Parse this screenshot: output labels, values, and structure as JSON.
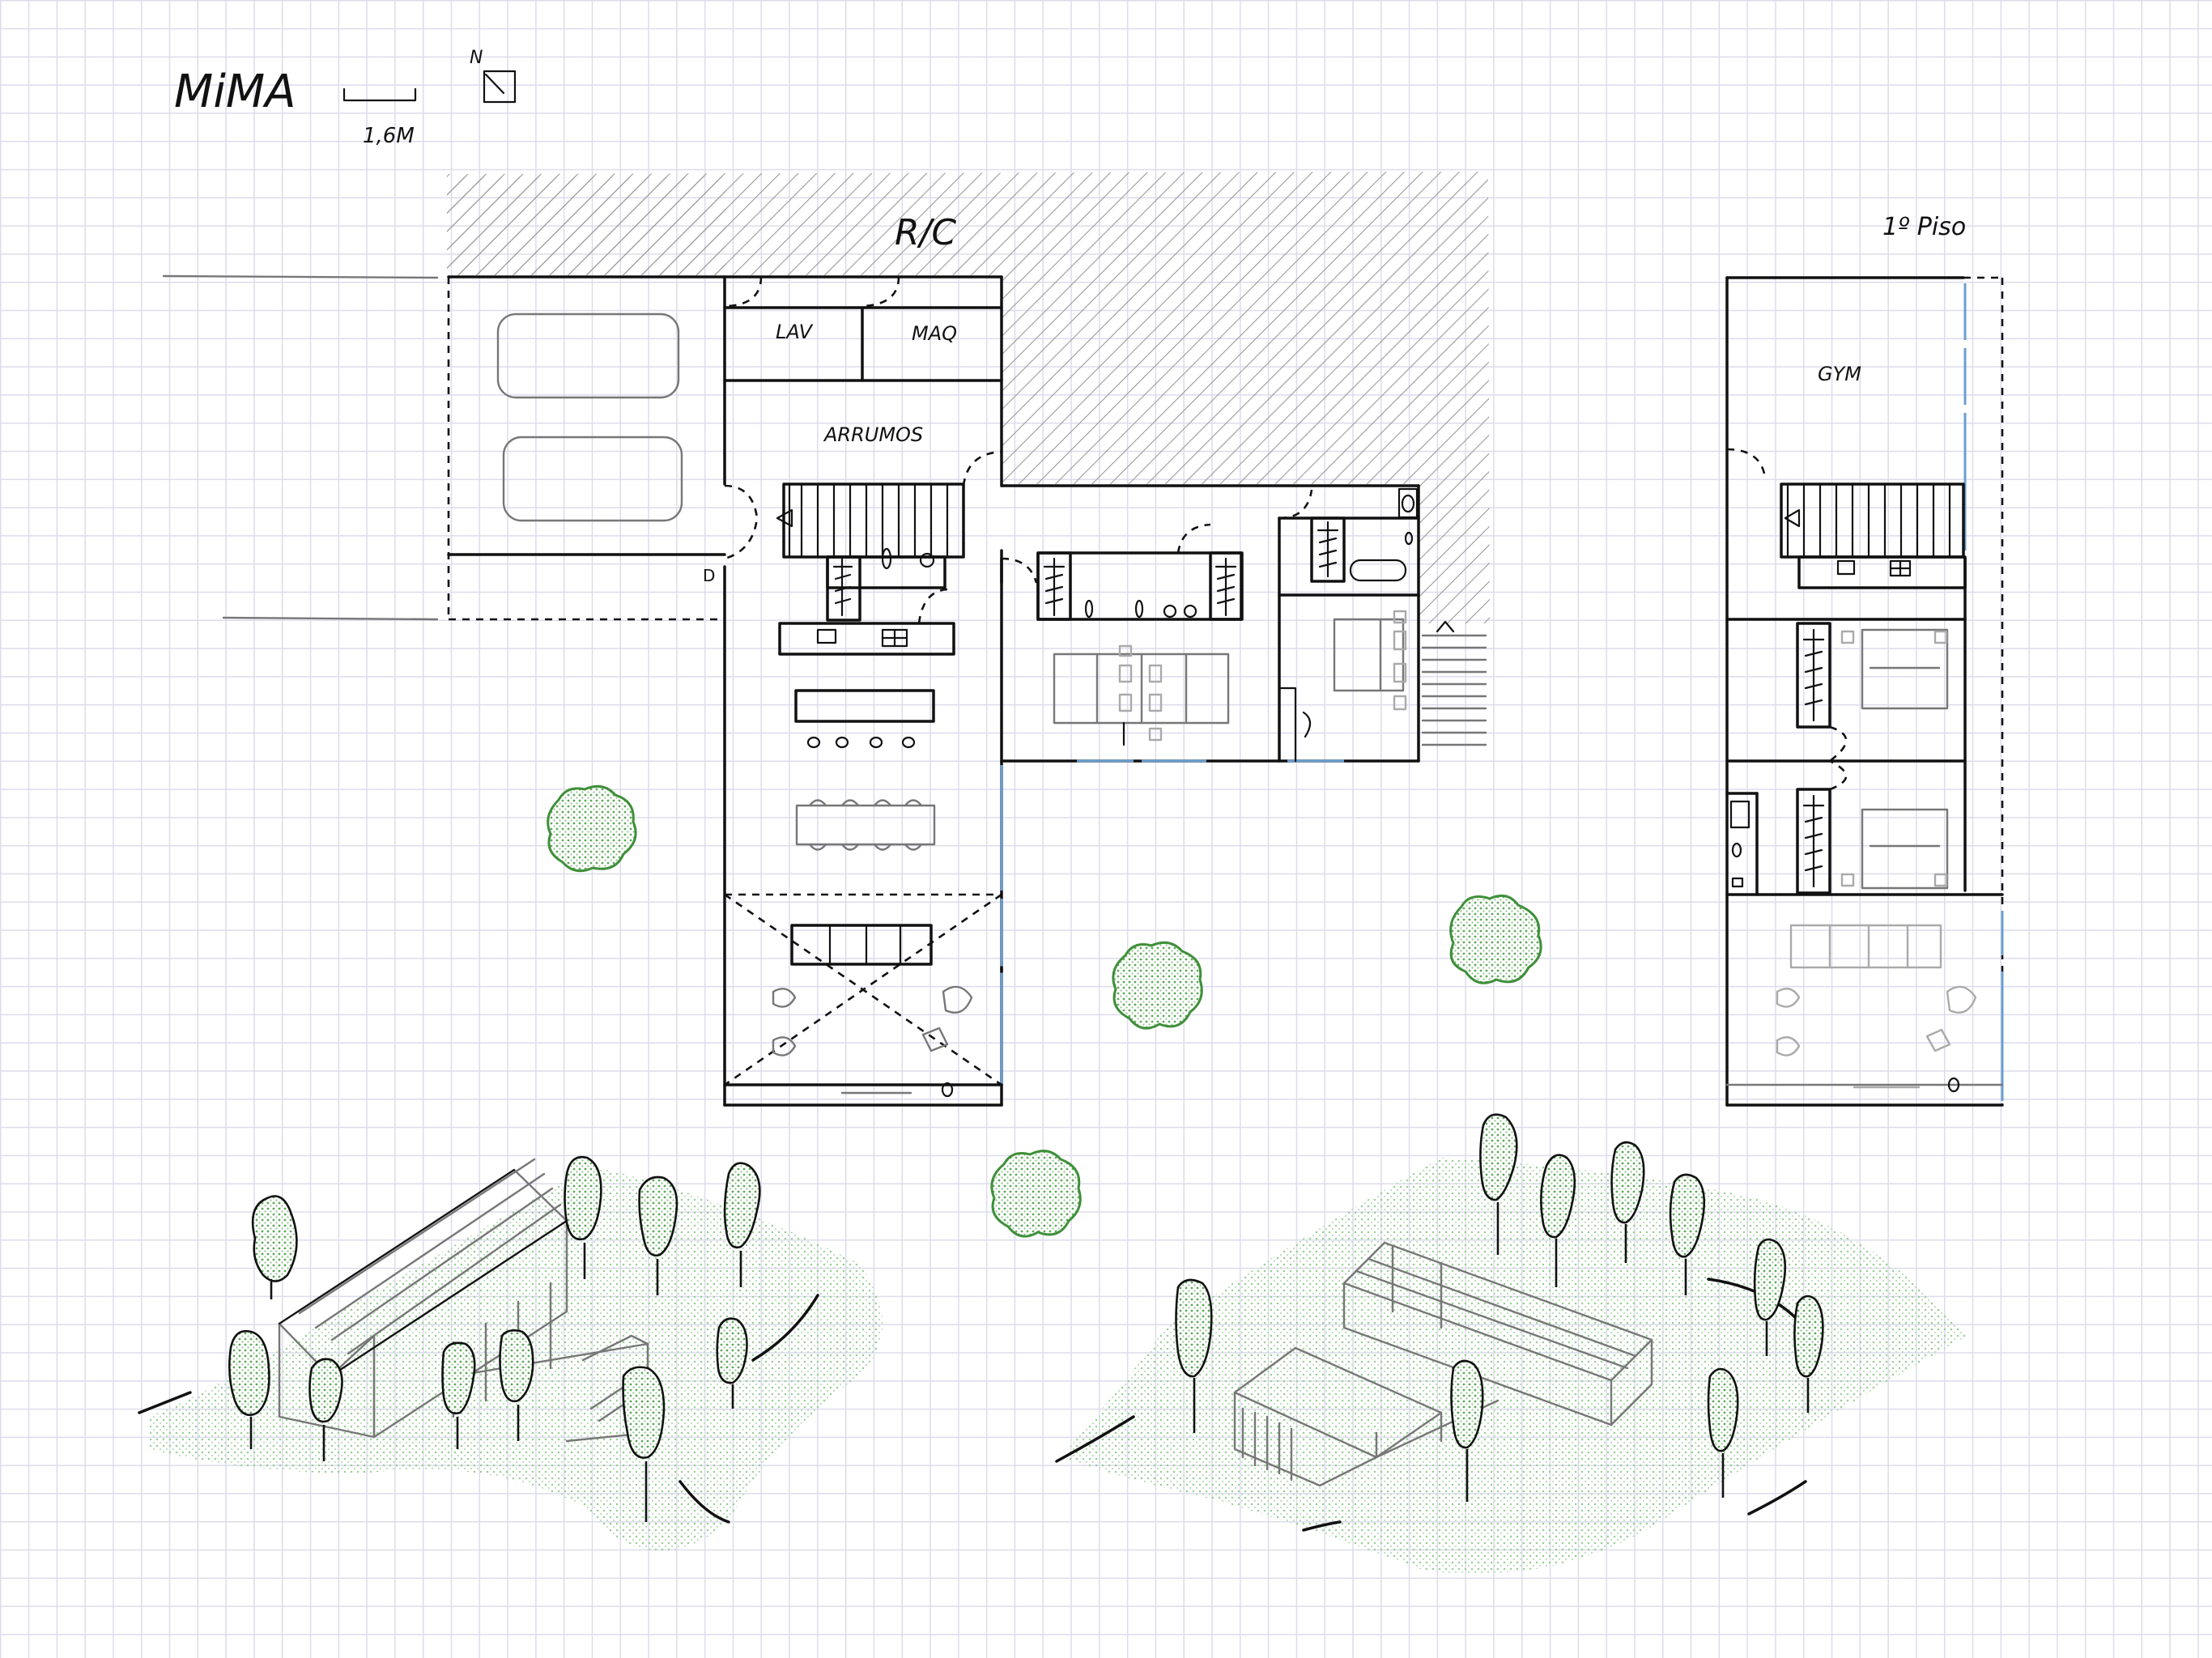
{
  "title": "MiMA",
  "scale_label": "1,6M",
  "north_label": "N",
  "plans": {
    "ground_floor": {
      "title": "R/C",
      "rooms": {
        "lav": "LAV",
        "maq": "MAQ",
        "arrumos": "ARRUMOS"
      }
    },
    "first_floor": {
      "title": "1º Piso",
      "rooms": {
        "gym": "GYM"
      }
    }
  },
  "colors": {
    "ink": "#111111",
    "grid": "#dcdcec",
    "hatch": "#9a9a9a",
    "vegetation": "#3f8f3a",
    "glazing": "#6a9fd0"
  },
  "drawings": {
    "left_axonometric": "axonometric-view-1",
    "right_axonometric": "axonometric-view-2"
  }
}
